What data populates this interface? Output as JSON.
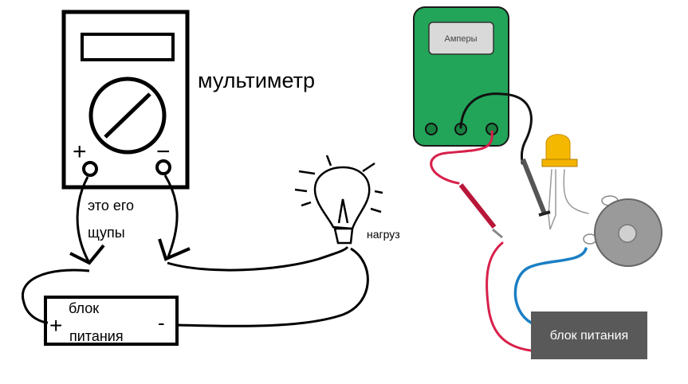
{
  "left_sketch": {
    "multimeter_label": "мультиметр",
    "plus_sign": "+",
    "minus_sign": "−",
    "probes_label_line1": "это его",
    "probes_label_line2": "щупы",
    "load_label": "нагруз",
    "power_label_line1": "блок",
    "power_label_line2": "питания",
    "power_plus": "+",
    "power_minus": "-"
  },
  "right_diagram": {
    "meter_display": "Амперы",
    "power_supply_label": "блок питания",
    "colors": {
      "meter": "#22a559",
      "display": "#d9d9d9",
      "power": "#595959",
      "red_wire": "#d8204a",
      "blue_wire": "#1b7fc4",
      "led": "#f5b800"
    }
  }
}
